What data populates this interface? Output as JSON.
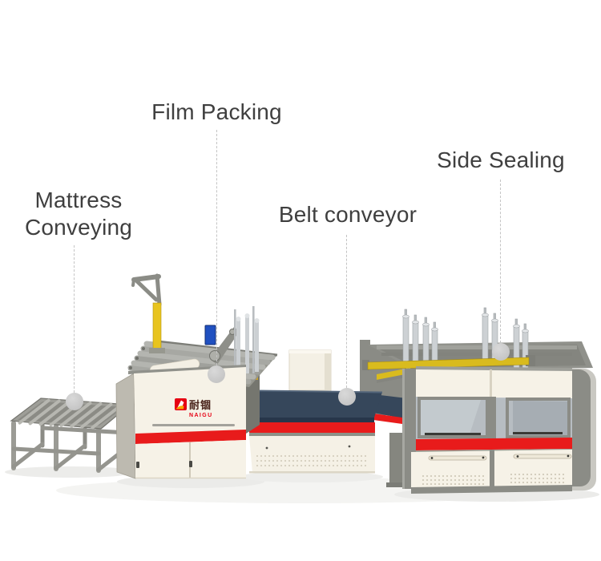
{
  "labels": {
    "mattress_conveying": "Mattress Conveying",
    "film_packing": "Film Packing",
    "belt_conveyor": "Belt conveyor",
    "side_sealing": "Side Sealing"
  },
  "brand": {
    "zh": "耐锢",
    "en": "NAIGU"
  },
  "colors": {
    "label_text": "#3F3F3F",
    "leader_line": "#C4C4C4",
    "leader_dot": "#C9C9C9",
    "machine_body_cream": "#F6F2E7",
    "accent_red": "#E81B1B",
    "belt_navy": "#36475B",
    "frame_gray": "#8B8C86",
    "support_yellow": "#E2BE1E",
    "cylinder_chrome": "#CDD1D4",
    "sensor_blue": "#2050C0",
    "logo_red": "#E60012"
  }
}
